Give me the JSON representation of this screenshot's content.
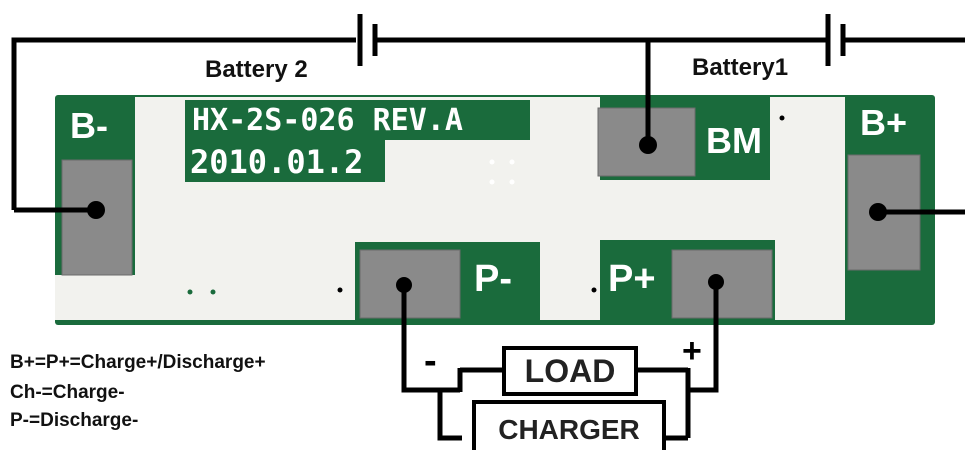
{
  "batteries": {
    "battery2": "Battery 2",
    "battery1": "Battery1"
  },
  "pcb": {
    "model": "HX-2S-026 REV.A",
    "date": "2010.01.2",
    "pads": {
      "b_minus": "B-",
      "bm": "BM",
      "b_plus": "B+",
      "p_minus": "P-",
      "p_plus": "P+"
    }
  },
  "loads": {
    "load": "LOAD",
    "charger": "CHARGER",
    "minus_sign": "-",
    "plus_sign": "+"
  },
  "legend": [
    "B+=P+=Charge+/Discharge+",
    "Ch-=Charge-",
    "P-=Discharge-"
  ],
  "colors": {
    "pcb_green": "#1a6b3c",
    "silkscreen": "#f2f2ee",
    "pad_gray": "#8a8a8a",
    "wire": "#000000"
  }
}
